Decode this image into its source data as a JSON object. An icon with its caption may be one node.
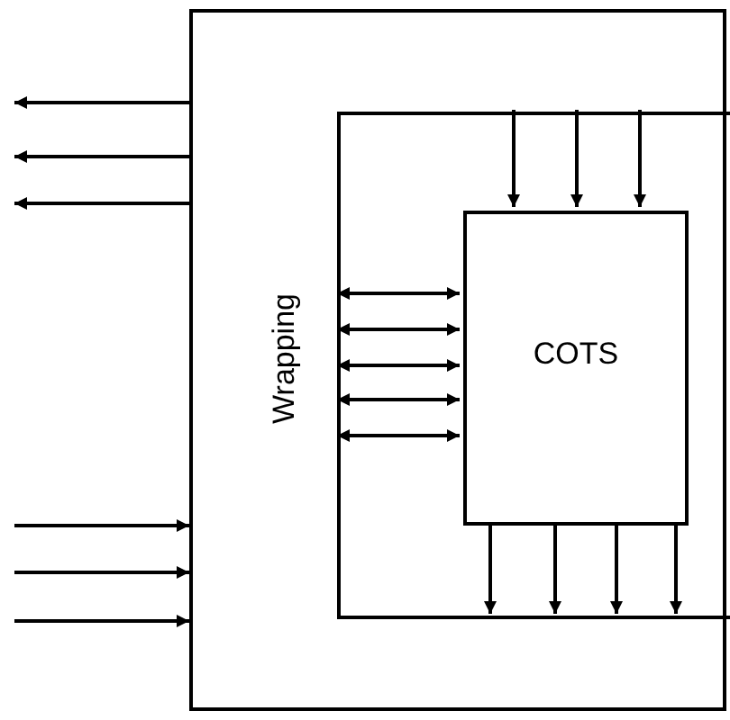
{
  "diagram": {
    "nodes": [
      {
        "text": [],
        "shape": "box"
      },
      {
        "text": [
          "Wrapping"
        ],
        "in": 0
      },
      {
        "text": [
          "COTS"
        ],
        "in": 1
      }
    ],
    "edges": [
      {
        "from": 0,
        "to": null,
        "arrow": "to"
      },
      {
        "from": 0,
        "to": null,
        "arrow": "to"
      },
      {
        "from": 0,
        "to": null,
        "arrow": "to"
      },
      {
        "from": null,
        "to": 0,
        "arrow": "to"
      },
      {
        "from": null,
        "to": 0,
        "arrow": "to"
      },
      {
        "from": null,
        "to": 0,
        "arrow": "to"
      },
      {
        "from": 1,
        "to": 2,
        "arrow": "to"
      },
      {
        "from": 1,
        "to": 2,
        "arrow": "to"
      },
      {
        "from": 1,
        "to": 2,
        "arrow": "to"
      },
      {
        "from": 1,
        "to": 2,
        "arrow": "both"
      },
      {
        "from": 1,
        "to": 2,
        "arrow": "both"
      },
      {
        "from": 1,
        "to": 2,
        "arrow": "both"
      },
      {
        "from": 1,
        "to": 2,
        "arrow": "both"
      },
      {
        "from": 1,
        "to": 2,
        "arrow": "both"
      },
      {
        "from": 2,
        "to": 1,
        "arrow": "to"
      },
      {
        "from": 2,
        "to": 1,
        "arrow": "to"
      },
      {
        "from": 2,
        "to": 1,
        "arrow": "to"
      },
      {
        "from": 2,
        "to": 1,
        "arrow": "to"
      }
    ]
  }
}
